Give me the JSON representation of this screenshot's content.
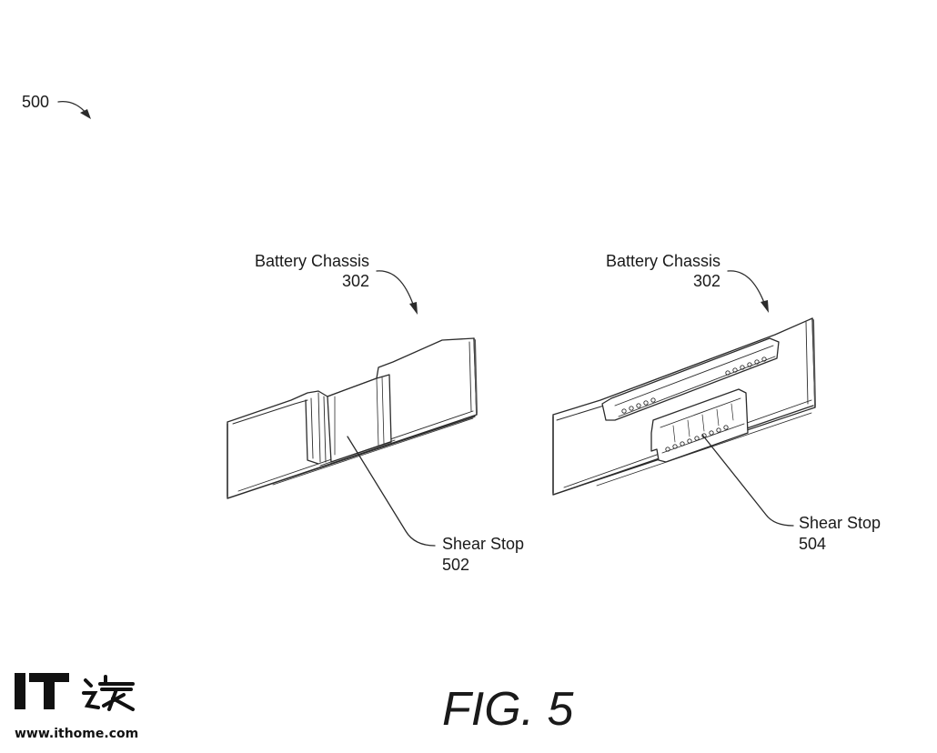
{
  "figure": {
    "ref_label": "500",
    "caption": "FIG. 5"
  },
  "left_view": {
    "chassis_label": "Battery Chassis",
    "chassis_ref": "302",
    "stop_label": "Shear Stop",
    "stop_ref": "502"
  },
  "right_view": {
    "chassis_label": "Battery Chassis",
    "chassis_ref": "302",
    "stop_label": "Shear Stop",
    "stop_ref": "504"
  },
  "watermark": {
    "logo_text": "IT之家",
    "url": "www.ithome.com"
  }
}
